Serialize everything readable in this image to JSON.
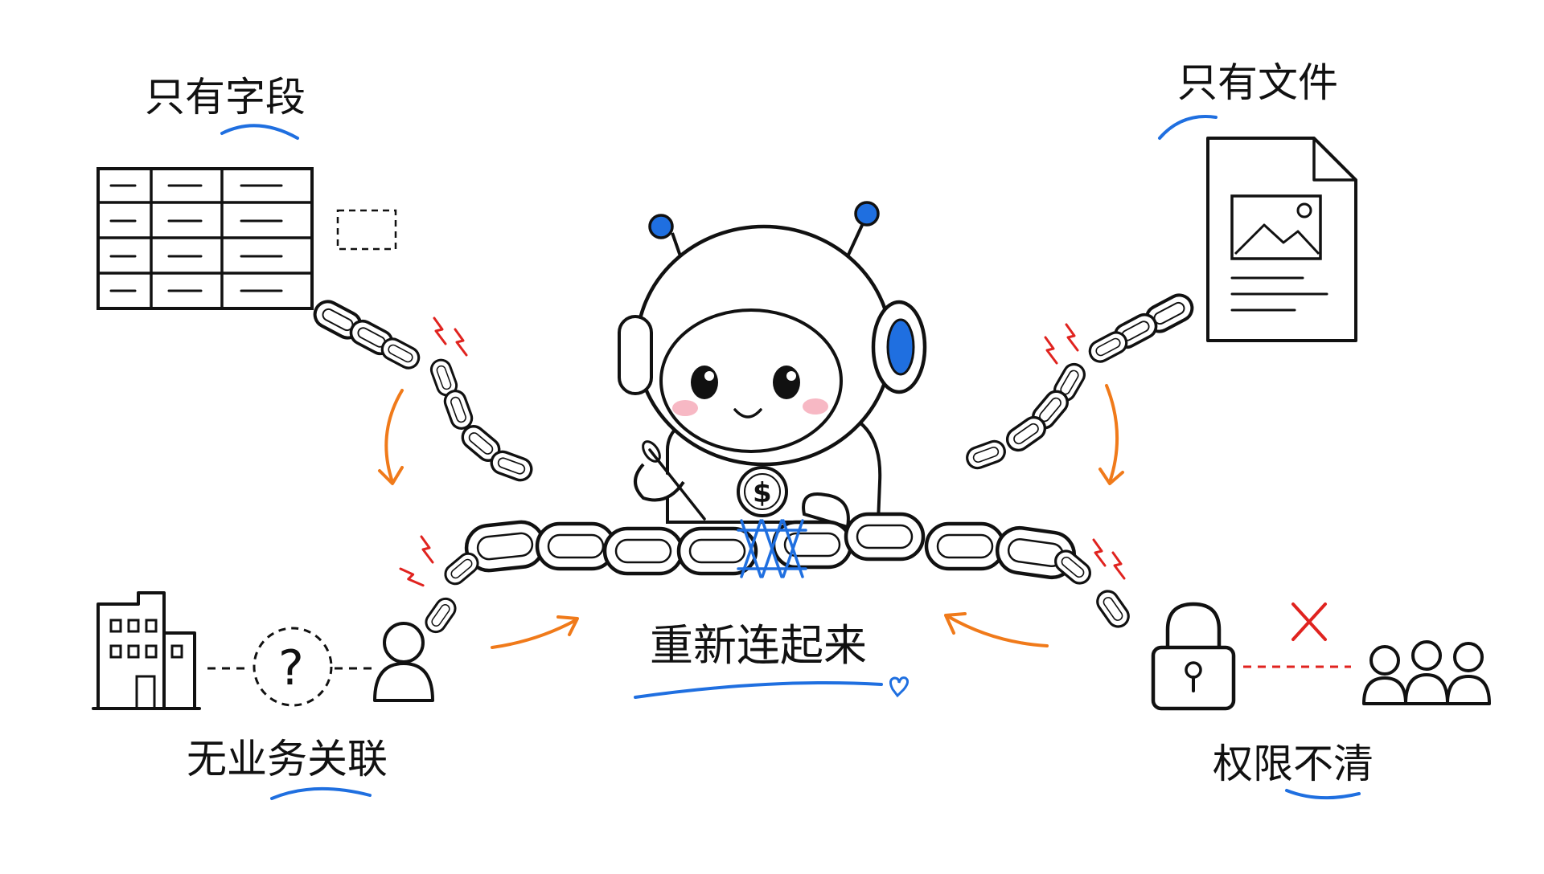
{
  "labels": {
    "fields_only": "只有字段",
    "files_only": "只有文件",
    "no_business_link": "无业务关联",
    "unclear_permissions": "权限不清",
    "reconnect": "重新连起来",
    "unknown_mark": "?",
    "coin_symbol": "$"
  },
  "colors": {
    "ink": "#111111",
    "accent_blue": "#1f6fe0",
    "arrow_orange": "#f07a1a",
    "spark_red": "#e0231f",
    "cheek_pink": "#f7b8c4"
  },
  "icons": [
    "table-icon",
    "dashed-box-icon",
    "document-image-icon",
    "building-icon",
    "question-circle-icon",
    "person-icon",
    "lock-icon",
    "people-group-icon",
    "red-x-icon",
    "broken-chain-icon",
    "robot-mascot-icon",
    "heart-icon"
  ]
}
